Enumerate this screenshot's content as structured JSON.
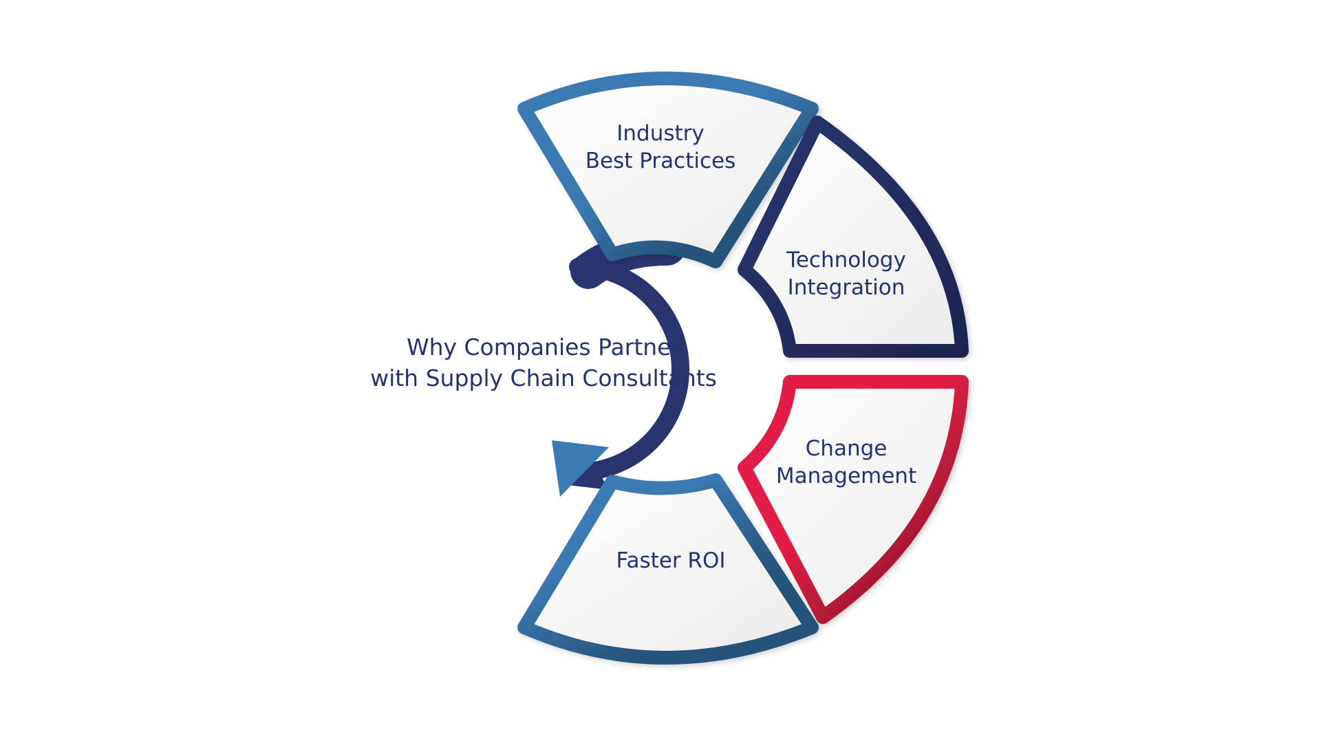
{
  "title": {
    "line1": "Why Companies Partner",
    "line2": "with Supply Chain Consultants"
  },
  "segments": [
    {
      "id": "industry",
      "line1": "Industry",
      "line2": "Best Practices",
      "color": "#3b7ab3",
      "color_dark": "#27527a"
    },
    {
      "id": "technology",
      "line1": "Technology",
      "line2": "Integration",
      "color": "#2a3570",
      "color_dark": "#1e2550"
    },
    {
      "id": "change",
      "line1": "Change",
      "line2": "Management",
      "color": "#e01f46",
      "color_dark": "#9c1731"
    },
    {
      "id": "roi",
      "line1": "Faster ROI",
      "line2": "",
      "color": "#3b7ab3",
      "color_dark": "#27527a"
    }
  ],
  "colors": {
    "text": "#253272",
    "panel": "#f2f2f2",
    "hub": "#2a3570",
    "arrow": "#3b7ab3"
  }
}
